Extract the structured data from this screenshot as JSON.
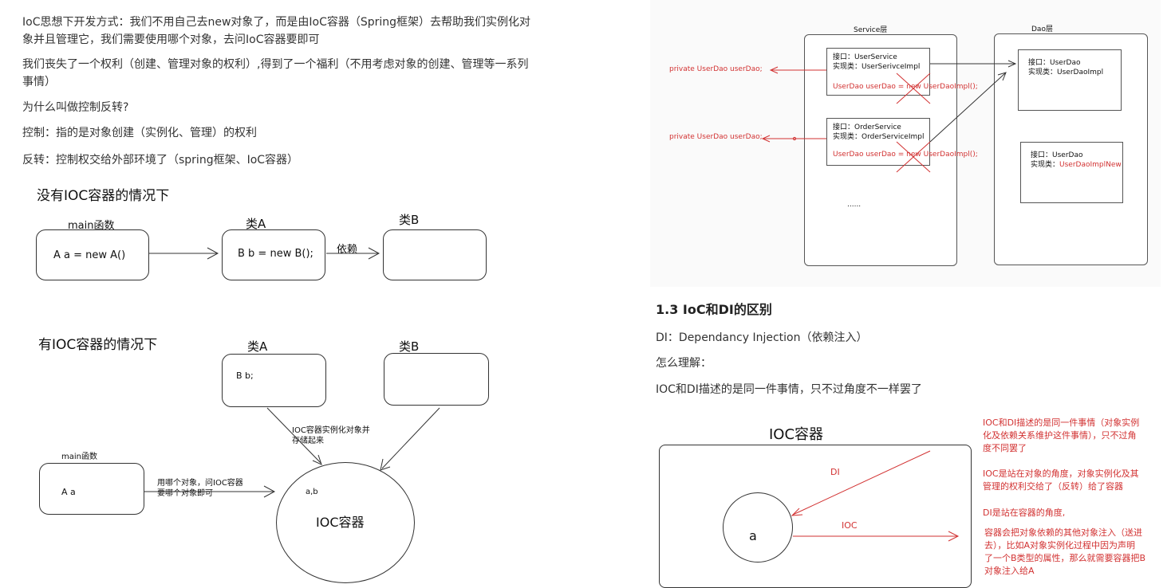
{
  "left": {
    "paragraphs": [
      "IoC思想下开发方式：我们不用自己去new对象了，而是由IoC容器（Spring框架）去帮助我们实例化对",
      "象并且管理它，我们需要使用哪个对象，去问IoC容器要即可",
      "我们丧失了一个权利（创建、管理对象的权利）,得到了一个福利（不用考虑对象的创建、管理等一系列",
      "事情）",
      "为什么叫做控制反转?",
      "控制：指的是对象创建（实例化、管理）的权利",
      "反转：控制权交给外部环境了（spring框架、IoC容器）"
    ],
    "diagram1": {
      "title": "没有IOC容器的情况下",
      "main_label": "main函数",
      "main_code": "A  a = new A()",
      "classA_label": "类A",
      "classA_code": "B b = new B();",
      "depends_label": "依赖",
      "classB_label": "类B"
    },
    "diagram2": {
      "title": "有IOC容器的情况下",
      "classA_label": "类A",
      "classA_code": "B  b;",
      "classB_label": "类B",
      "main_label": "main函数",
      "main_code": "A a",
      "arrow_text_1": "用哪个对象，问IOC容器",
      "arrow_text_2": "要哪个对象即可",
      "inst_text_1": "IOC容器实例化对象并",
      "inst_text_2": "存储起来",
      "container_ab": "a,b",
      "container_label": "IOC容器"
    }
  },
  "right": {
    "service_layer_label": "Service层",
    "dao_layer_label": "Dao层",
    "field_1": "private UserDao userDao;",
    "field_2": "private UserDao userDao;",
    "user_service_interface": "接口：UserService",
    "user_service_impl": "实现类：UserSerivceImpl",
    "user_service_new": "UserDao userDao = new UserDaoImpl();",
    "order_service_interface": "接口：OrderService",
    "order_service_impl": "实现类：OrderServiceImpl",
    "order_service_new": "UserDao userDao = new UserDaoImpl();",
    "ellipsis": "......",
    "dao1_interface": "接口：UserDao",
    "dao1_impl": "实现类：UserDaoImpl",
    "dao2_interface": "接口：UserDao",
    "dao2_impl_prefix": "实现类：",
    "dao2_impl_name": "UserDaoImplNew",
    "section_title": "1.3 IoC和DI的区别",
    "di_def": "DI：Dependancy Injection（依赖注入）",
    "how_understand": "怎么理解：",
    "same_thing": "IOC和DI描述的是同一件事情，只不过角度不一样罢了",
    "ioc_container_title": "IOC容器",
    "di_arrow_label": "DI",
    "ioc_arrow_label": "IOC",
    "object_a": "a",
    "notes": [
      "IOC和DI描述的是同一件事情（对象实例",
      "化及依赖关系维护这件事情），只不过角",
      "度不同罢了",
      "IOC是站在对象的角度，对象实例化及其",
      "管理的权利交给了（反转）给了容器",
      "DI是站在容器的角度,",
      "容器会把对象依赖的其他对象注入（送进",
      "去），比如A对象实例化过程中因为声明",
      "了一个B类型的属性，那么就需要容器把B",
      "对象注入给A"
    ]
  },
  "colors": {
    "accent_red": "#d23232",
    "text": "#333333"
  }
}
